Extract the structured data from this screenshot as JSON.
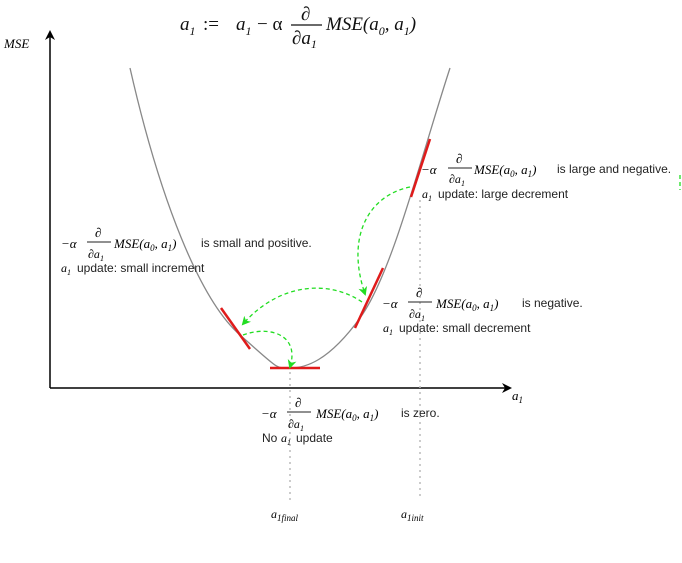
{
  "title": {
    "lhs": "a",
    "lhs_sub": "1",
    "assign": " := ",
    "term1": "a",
    "term1_sub": "1",
    "minus_alpha": " − α",
    "frac_num": "∂",
    "frac_den": "∂a",
    "frac_den_sub": "1",
    "func": "MSE(a",
    "func_sub0": "0",
    "func_mid": ", a",
    "func_sub1": "1",
    "func_end": ")"
  },
  "axes": {
    "y_label": "MSE",
    "x_label": "a",
    "x_label_sub": "1"
  },
  "expression": {
    "prefix": "−α",
    "num": "∂",
    "den": "∂a",
    "den_sub": "1",
    "func": "MSE(a",
    "func_sub0": "0",
    "func_mid": ", a",
    "func_sub1": "1",
    "func_end": ")"
  },
  "annotations": {
    "large_negative": {
      "suffix": "is  large and negative.",
      "var": "a",
      "var_sub": "1",
      "update": "update: large decrement"
    },
    "small_positive": {
      "suffix": "is small and positive.",
      "var": "a",
      "var_sub": "1",
      "update": "update: small increment"
    },
    "negative": {
      "suffix": "is negative.",
      "var": "a",
      "var_sub": "1",
      "update": "update: small decrement"
    },
    "zero": {
      "suffix": "is zero.",
      "pre": "No",
      "var": "a",
      "var_sub": "1",
      "update": "update"
    }
  },
  "ticks": {
    "final": {
      "var": "a",
      "sub": "1final"
    },
    "init": {
      "var": "a",
      "sub": "1init"
    }
  },
  "colors": {
    "curve": "#888888",
    "tangent": "#e01b1b",
    "arrow": "#22dd22",
    "axis": "#000000",
    "dotted": "#bbbbbb"
  }
}
